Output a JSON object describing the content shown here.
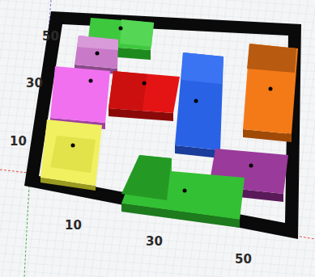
{
  "diagram": {
    "labels": [
      "50",
      "30",
      "10",
      "10",
      "30",
      "50"
    ]
  }
}
